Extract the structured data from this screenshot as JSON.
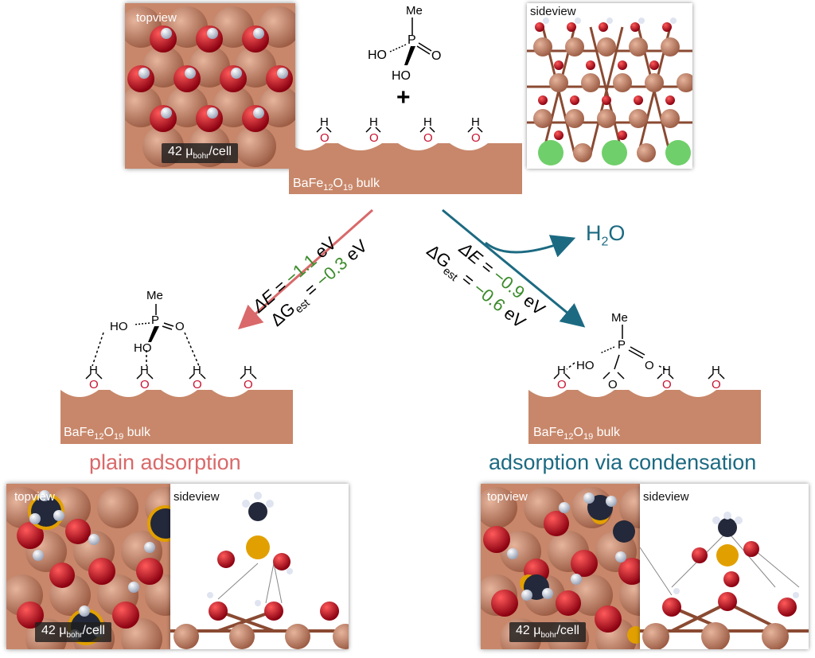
{
  "top": {
    "topview_label": "topview",
    "sideview_label": "sideview",
    "moment_value": "42 μ",
    "moment_sub": "bohr",
    "moment_unit": "/cell",
    "molecule": {
      "me": "Me",
      "p": "P",
      "o": "O",
      "ho1": "HO",
      "ho2": "HO"
    },
    "plus": "+",
    "slab_label_pre": "BaFe",
    "slab_sub1": "12",
    "slab_label_mid": "O",
    "slab_sub2": "19",
    "slab_label_post": " bulk",
    "hydroxyl_h": "H",
    "hydroxyl_o": "O"
  },
  "left": {
    "energy_de_label": "ΔE = ",
    "energy_de_value": "−1.1",
    "energy_dg_label": "ΔG",
    "energy_dg_sub": "est",
    "energy_dg_eq": " = ",
    "energy_dg_value": "−0.3",
    "energy_unit": " eV",
    "title": "plain adsorption",
    "title_color": "#d9696a",
    "topview_label": "topview",
    "sideview_label": "sideview"
  },
  "right": {
    "energy_de_label": "ΔE = ",
    "energy_de_value": "−0.9",
    "energy_dg_label": "ΔG",
    "energy_dg_sub": "est",
    "energy_dg_eq": " = ",
    "energy_dg_value": "−0.6",
    "energy_unit": " eV",
    "water": "H",
    "water_sub": "2",
    "water_o": "O",
    "title": "adsorption via condensation",
    "title_color": "#1c6a82",
    "topview_label": "topview",
    "sideview_label": "sideview"
  },
  "colors": {
    "slab": "#c8876a",
    "oxygen": "#c8102e",
    "left_arrow": "#d9696a",
    "right_arrow": "#1c6a82",
    "energy_value": "#3a8a2a"
  }
}
